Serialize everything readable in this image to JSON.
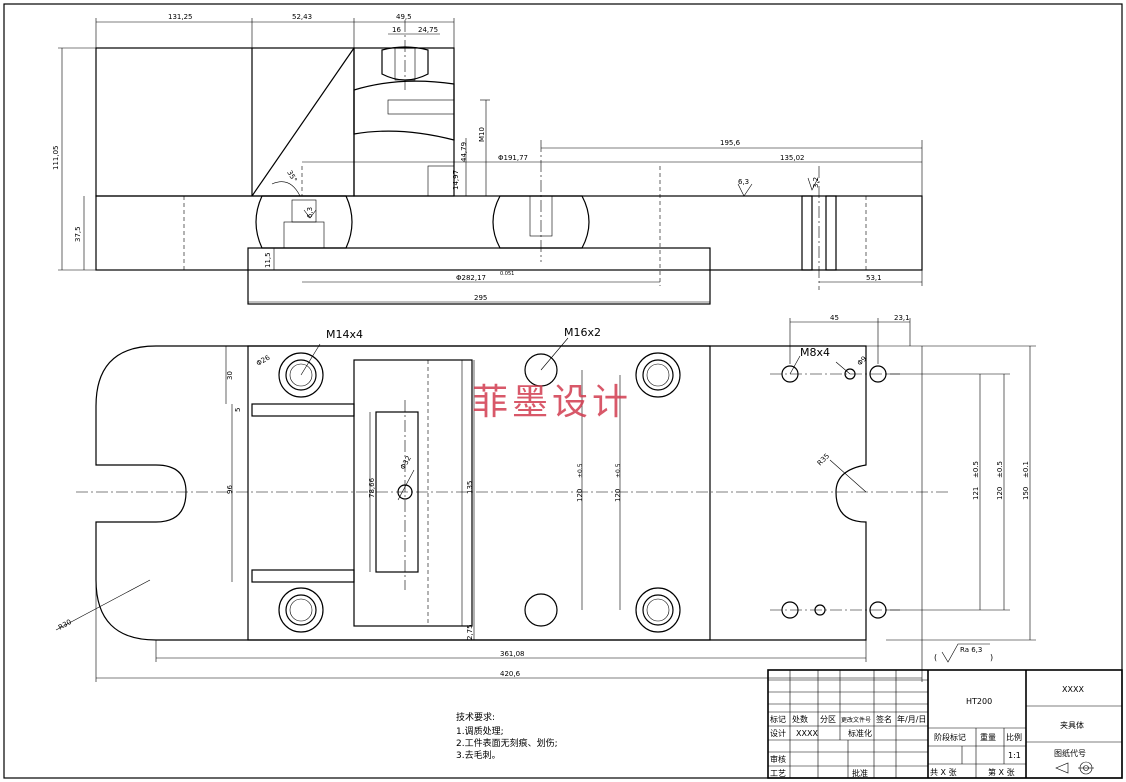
{
  "top_view_dims": {
    "d1": "131,25",
    "d2": "52,43",
    "d3": "49,5",
    "d4": "16",
    "d5": "24,75",
    "d_height": "111,05",
    "d_thick": "37,5",
    "d_angle": "35°",
    "d_m10": "M10",
    "d_4479": "44,79",
    "d_1497": "14,97",
    "d_19177": "Φ191,77",
    "d_1956": "195,6",
    "d_13502": "135,02",
    "d_63a": "6,3",
    "d_63b": "6,3",
    "d_63c": "3,2",
    "d_115": "11,5",
    "d_28217": "Φ282,17",
    "d_tol": "0.051",
    "d_295": "295",
    "d_531": "53,1"
  },
  "plan_view_dims": {
    "m14": "M14x4",
    "m16": "M16x2",
    "m8": "M8x4",
    "phi26": "Φ26",
    "d30": "30",
    "d5": "5",
    "d96": "96",
    "d78": "78,66",
    "phi32": "Φ32",
    "d135": "135",
    "d120a": "120",
    "tol_a": "±0.5",
    "d120b": "120",
    "tol_b": "±0.5",
    "d45": "45",
    "d231": "23,1",
    "phi9": "Φ9",
    "r35": "R35",
    "d121": "121",
    "tol_c": "±0.5",
    "d120c": "120",
    "tol_d": "±0.5",
    "d150": "150",
    "tol_e": "±0.1",
    "r30": "R30",
    "d275": "2,75",
    "d36108": "361,08",
    "d4206": "420,6",
    "roughness": "Ra 6,3"
  },
  "watermark": "菲墨设计",
  "notes": {
    "title": "技术要求:",
    "l1": "1.调质处理;",
    "l2": "2.工件表面无刻痕、划伤;",
    "l3": "3.去毛刺。"
  },
  "title_block": {
    "material": "HT200",
    "code": "XXXX",
    "name": "夹具体",
    "col1": "标记",
    "col2": "处数",
    "col3": "分区",
    "col4": "更改文件号",
    "col5": "签名",
    "col6": "年/月/日",
    "design": "设计",
    "design_name": "XXXX",
    "standard": "标准化",
    "stage": "阶段标记",
    "weight": "重量",
    "scale": "比例",
    "scale_val": "1:1",
    "review": "审核",
    "process": "工艺",
    "approve": "批准",
    "sheets": "共  X  张",
    "sheet_no": "第  X  张",
    "drawing_no": "图纸代号"
  }
}
